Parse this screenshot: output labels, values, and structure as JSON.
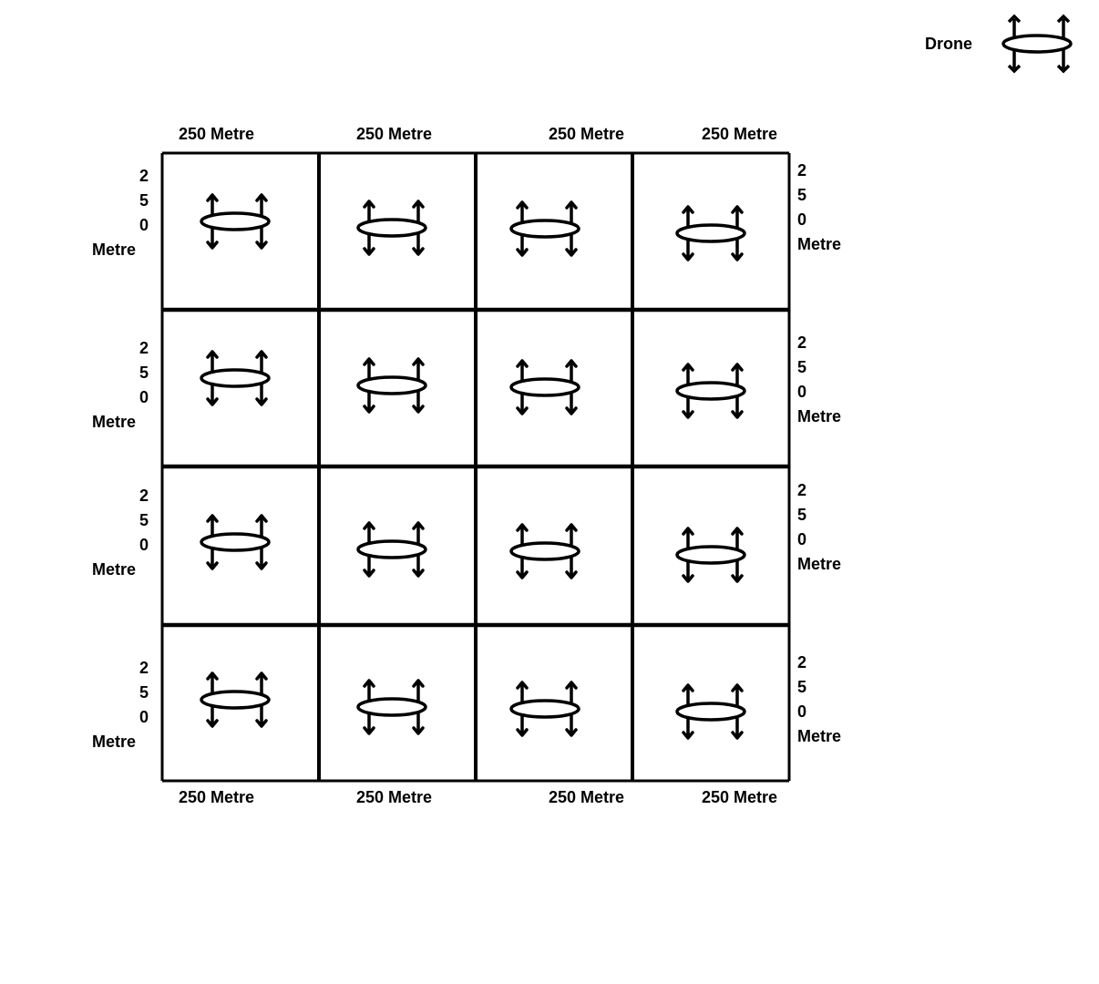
{
  "legend": {
    "label": "Drone",
    "icon": "drone-icon"
  },
  "grid": {
    "rows": 4,
    "cols": 4,
    "cell_icon": "drone-icon",
    "top_labels": [
      "250 Metre",
      "250 Metre",
      "250 Metre",
      "250 Metre"
    ],
    "bottom_labels": [
      "250 Metre",
      "250 Metre",
      "250 Metre",
      "250 Metre"
    ],
    "left_labels": [
      {
        "digits": [
          "2",
          "5",
          "0"
        ],
        "unit": "Metre"
      },
      {
        "digits": [
          "2",
          "5",
          "0"
        ],
        "unit": "Metre"
      },
      {
        "digits": [
          "2",
          "5",
          "0"
        ],
        "unit": "Metre"
      },
      {
        "digits": [
          "2",
          "5",
          "0"
        ],
        "unit": "Metre"
      }
    ],
    "right_labels": [
      {
        "digits": [
          "2",
          "5",
          "0"
        ],
        "unit": "Metre"
      },
      {
        "digits": [
          "2",
          "5",
          "0"
        ],
        "unit": "Metre"
      },
      {
        "digits": [
          "2",
          "5",
          "0"
        ],
        "unit": "Metre"
      },
      {
        "digits": [
          "2",
          "5",
          "0"
        ],
        "unit": "Metre"
      }
    ]
  },
  "colors": {
    "stroke": "#000000",
    "background": "#ffffff"
  }
}
